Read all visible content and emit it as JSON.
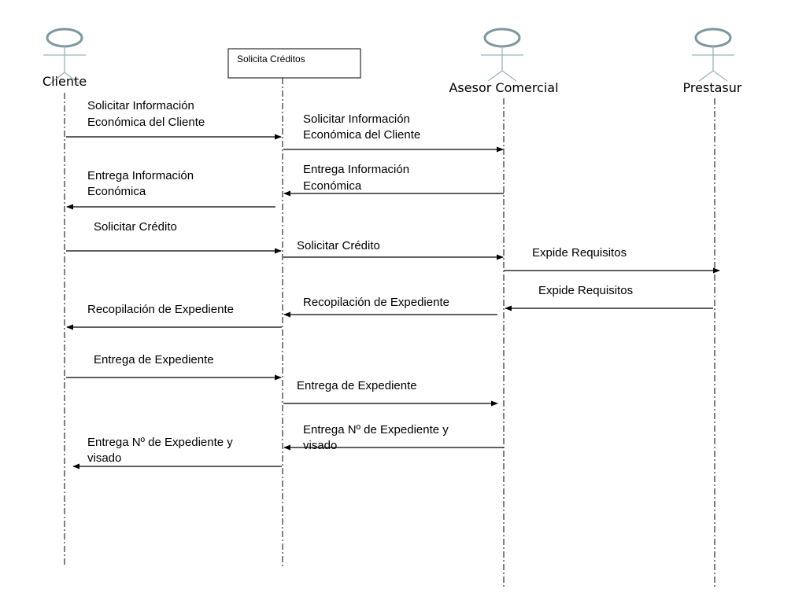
{
  "actors": {
    "cliente": "Cliente",
    "asesor": "Asesor Comercial",
    "prestasur": "Prestasur"
  },
  "object_box": "Solicita Créditos",
  "messages": [
    {
      "lines": [
        "Solicitar  Información",
        "Económica del Cliente"
      ]
    },
    {
      "lines": [
        "Solicitar  Información",
        "Económica del Cliente"
      ]
    },
    {
      "lines": [
        "Entrega Información",
        "Económica"
      ]
    },
    {
      "lines": [
        "Entrega Información",
        "Económica"
      ]
    },
    {
      "lines": [
        "Solicitar Crédito"
      ]
    },
    {
      "lines": [
        "Solicitar Crédito"
      ]
    },
    {
      "lines": [
        "Expide Requisitos"
      ]
    },
    {
      "lines": [
        "Expide Requisitos"
      ]
    },
    {
      "lines": [
        "Recopilación de Expediente"
      ]
    },
    {
      "lines": [
        "Recopilación de Expediente"
      ]
    },
    {
      "lines": [
        "Entrega de Expediente"
      ]
    },
    {
      "lines": [
        "Entrega de Expediente"
      ]
    },
    {
      "lines": [
        "Entrega Nº de Expediente y",
        "visado"
      ]
    },
    {
      "lines": [
        "Entrega Nº de Expediente y",
        "visado"
      ]
    }
  ]
}
